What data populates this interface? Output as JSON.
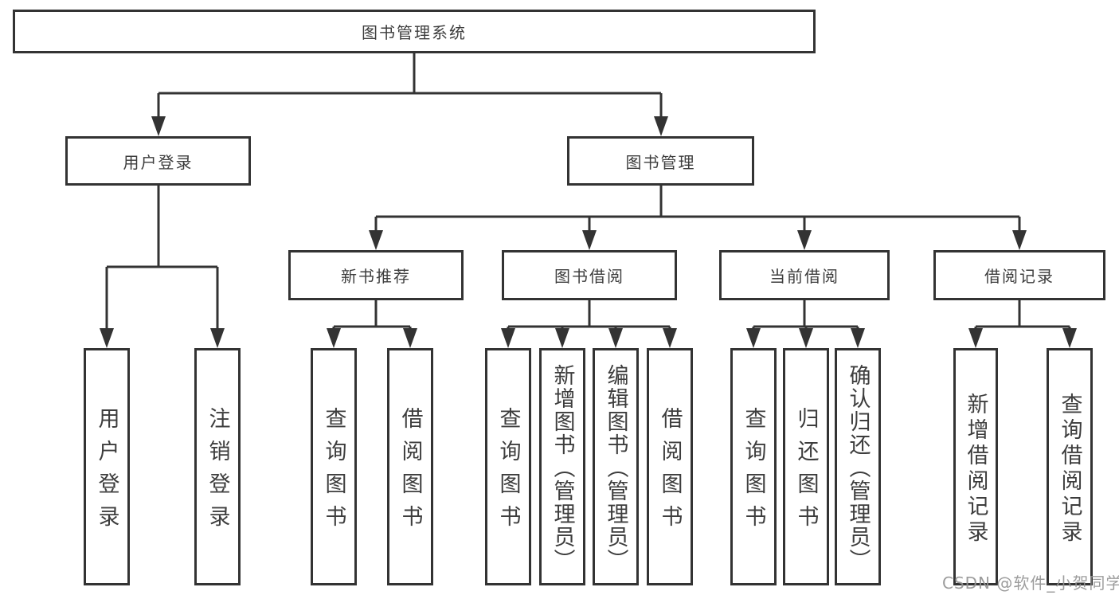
{
  "diagram": {
    "title": "图书管理系统",
    "watermark": "CSDN @软件_小贺同学",
    "colors": {
      "line": "#333333",
      "box_border": "#333333",
      "text": "#3d3d3d",
      "background": "#ffffff",
      "watermark": "#949494"
    },
    "nodes": {
      "root": {
        "label": "图书管理系统"
      },
      "level1": [
        {
          "label": "用户登录"
        },
        {
          "label": "图书管理"
        }
      ],
      "level2": [
        {
          "label": "新书推荐"
        },
        {
          "label": "图书借阅"
        },
        {
          "label": "当前借阅"
        },
        {
          "label": "借阅记录"
        }
      ],
      "leaves": {
        "user_login": [
          {
            "label": "用户登录"
          },
          {
            "label": "注销登录"
          }
        ],
        "new_book": [
          {
            "label": "查询图书"
          },
          {
            "label": "借阅图书"
          }
        ],
        "book_borrow": [
          {
            "label": "查询图书"
          },
          {
            "label": "新增图书（管理员）"
          },
          {
            "label": "编辑图书（管理员）"
          },
          {
            "label": "借阅图书"
          }
        ],
        "current_borrow": [
          {
            "label": "查询图书"
          },
          {
            "label": "归还图书"
          },
          {
            "label": "确认归还（管理员）"
          }
        ],
        "borrow_record": [
          {
            "label": "新增借阅记录"
          },
          {
            "label": "查询借阅记录"
          }
        ]
      }
    }
  }
}
